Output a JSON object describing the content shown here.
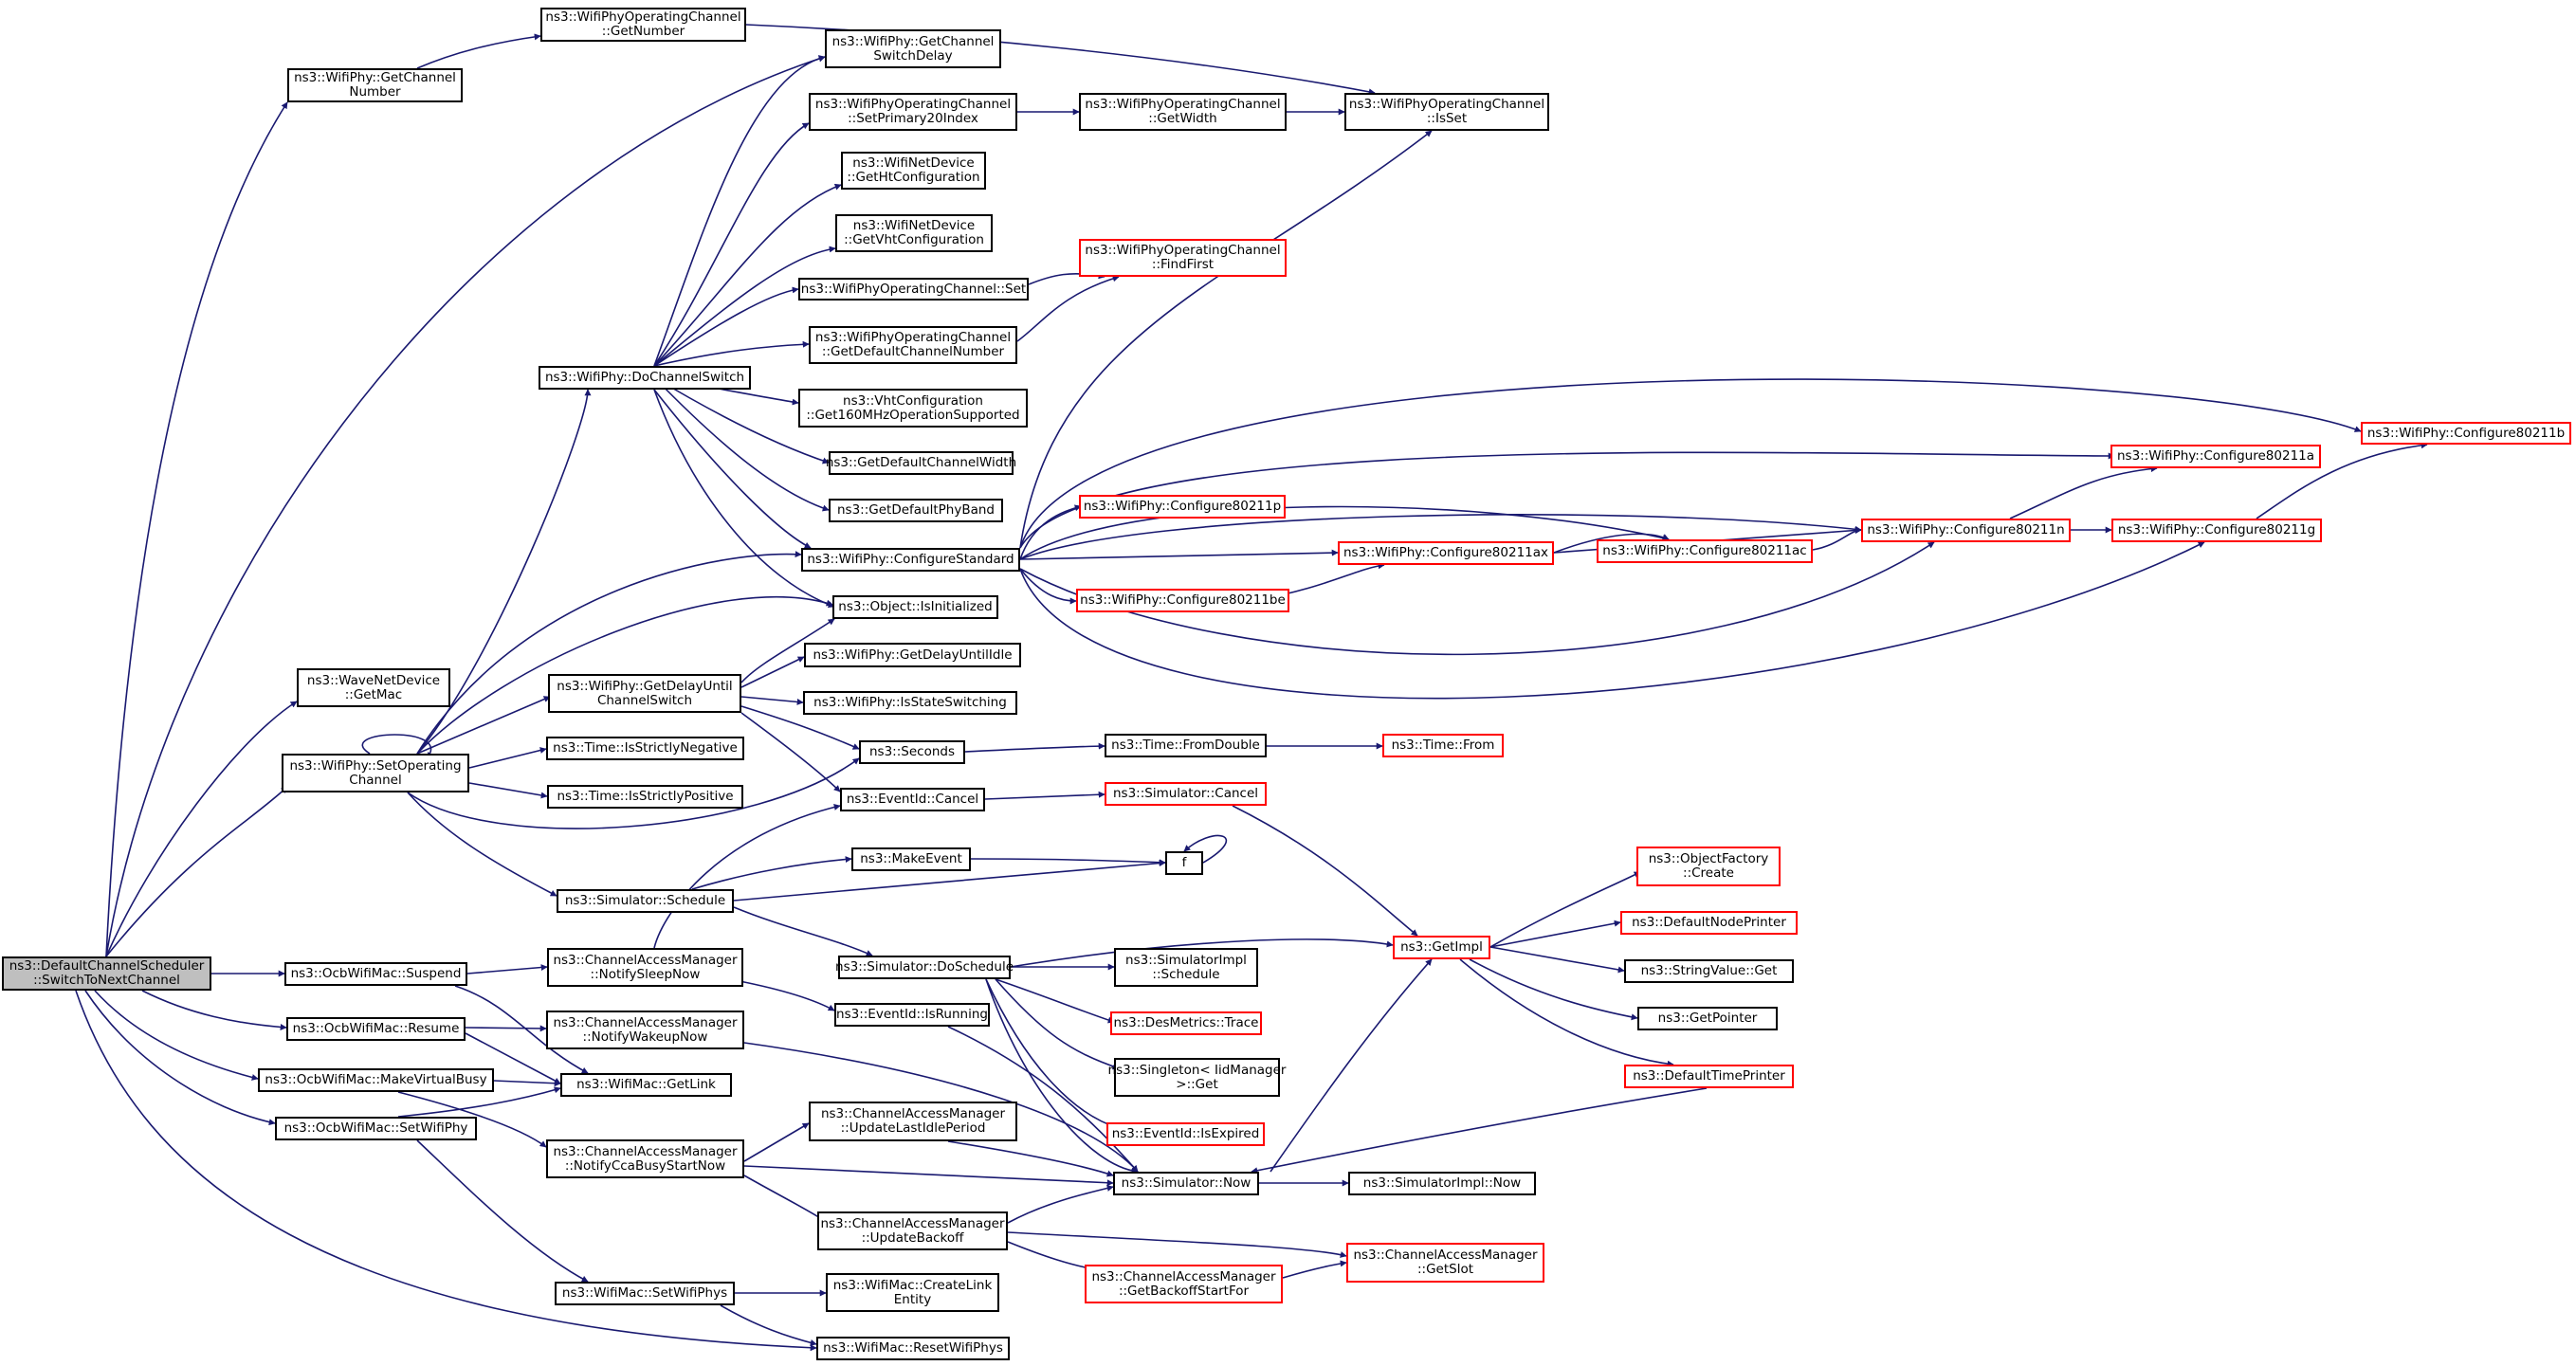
{
  "colors": {
    "edge": "#191970",
    "node_border": "#000000",
    "node_border_external": "#ff0000",
    "root_fill": "#bfbfbf"
  },
  "nodes": {
    "root": "ns3::DefaultChannelScheduler\n::SwitchToNextChannel",
    "wp_getchannelnumber": "ns3::WifiPhy::GetChannel\nNumber",
    "wpoc_getnumber": "ns3::WifiPhyOperatingChannel\n::GetNumber",
    "wp_getchannelswitchdelay": "ns3::WifiPhy::GetChannel\nSwitchDelay",
    "wpoc_setprimary20index": "ns3::WifiPhyOperatingChannel\n::SetPrimary20Index",
    "wpoc_getwidth": "ns3::WifiPhyOperatingChannel\n::GetWidth",
    "wpoc_isset": "ns3::WifiPhyOperatingChannel\n::IsSet",
    "wnd_gethtconfiguration": "ns3::WifiNetDevice\n::GetHtConfiguration",
    "wnd_getvhtconfiguration": "ns3::WifiNetDevice\n::GetVhtConfiguration",
    "wpoc_set": "ns3::WifiPhyOperatingChannel::Set",
    "wpoc_findfirst": "ns3::WifiPhyOperatingChannel\n::FindFirst",
    "wpoc_getdefaultchannelnumber": "ns3::WifiPhyOperatingChannel\n::GetDefaultChannelNumber",
    "wp_dochannelswitch": "ns3::WifiPhy::DoChannelSwitch",
    "vht_get160": "ns3::VhtConfiguration\n::Get160MHzOperationSupported",
    "getdefaultchannelwidth": "ns3::GetDefaultChannelWidth",
    "getdefaultphyband": "ns3::GetDefaultPhyBand",
    "wp_configure80211b": "ns3::WifiPhy::Configure80211b",
    "wp_configure80211a": "ns3::WifiPhy::Configure80211a",
    "wp_configure80211p": "ns3::WifiPhy::Configure80211p",
    "wp_configure80211ac": "ns3::WifiPhy::Configure80211ac",
    "wp_configurestandard": "ns3::WifiPhy::ConfigureStandard",
    "wp_configure80211ax": "ns3::WifiPhy::Configure80211ax",
    "wp_configure80211n": "ns3::WifiPhy::Configure80211n",
    "wp_configure80211g": "ns3::WifiPhy::Configure80211g",
    "wp_configure80211be": "ns3::WifiPhy::Configure80211be",
    "obj_isinitialized": "ns3::Object::IsInitialized",
    "wnd_getmac": "ns3::WaveNetDevice\n::GetMac",
    "wp_getdelayuntilchannelswitch": "ns3::WifiPhy::GetDelayUntil\nChannelSwitch",
    "wp_getdelayuntilidle": "ns3::WifiPhy::GetDelayUntilIdle",
    "wp_isstateswitching": "ns3::WifiPhy::IsStateSwitching",
    "wp_setoperatingchannel": "ns3::WifiPhy::SetOperating\nChannel",
    "time_isstrictlynegative": "ns3::Time::IsStrictlyNegative",
    "seconds": "ns3::Seconds",
    "time_fromdouble": "ns3::Time::FromDouble",
    "time_from": "ns3::Time::From",
    "time_isstrictlypositive": "ns3::Time::IsStrictlyPositive",
    "eventid_cancel": "ns3::EventId::Cancel",
    "sim_cancel": "ns3::Simulator::Cancel",
    "makeevent": "ns3::MakeEvent",
    "f": "f",
    "objectfactory_create": "ns3::ObjectFactory\n::Create",
    "sim_schedule": "ns3::Simulator::Schedule",
    "defaultnodeprinter": "ns3::DefaultNodePrinter",
    "getimpl": "ns3::GetImpl",
    "sim_doschedule": "ns3::Simulator::DoSchedule",
    "simimpl_schedule": "ns3::SimulatorImpl\n::Schedule",
    "stringvalue_get": "ns3::StringValue::Get",
    "ocb_suspend": "ns3::OcbWifiMac::Suspend",
    "cam_notifysleepnow": "ns3::ChannelAccessManager\n::NotifySleepNow",
    "getpointer": "ns3::GetPointer",
    "eventid_isrunning": "ns3::EventId::IsRunning",
    "desmetrics_trace": "ns3::DesMetrics::Trace",
    "ocb_resume": "ns3::OcbWifiMac::Resume",
    "cam_notifywakeupnow": "ns3::ChannelAccessManager\n::NotifyWakeupNow",
    "singleton_get": "ns3::Singleton< IidManager\n>::Get",
    "defaulttimeprinter": "ns3::DefaultTimePrinter",
    "ocb_makevirtualbusy": "ns3::OcbWifiMac::MakeVirtualBusy",
    "wm_getlink": "ns3::WifiMac::GetLink",
    "eventid_isexpired": "ns3::EventId::IsExpired",
    "ocb_setwifiphy": "ns3::OcbWifiMac::SetWifiPhy",
    "cam_updatelastidleperiod": "ns3::ChannelAccessManager\n::UpdateLastIdlePeriod",
    "cam_notifyccabusystartnow": "ns3::ChannelAccessManager\n::NotifyCcaBusyStartNow",
    "sim_now": "ns3::Simulator::Now",
    "simimpl_now": "ns3::SimulatorImpl::Now",
    "cam_updatebackoff": "ns3::ChannelAccessManager\n::UpdateBackoff",
    "cam_getslot": "ns3::ChannelAccessManager\n::GetSlot",
    "cam_getbackoffstartfor": "ns3::ChannelAccessManager\n::GetBackoffStartFor",
    "wm_setwifiphys": "ns3::WifiMac::SetWifiPhys",
    "wm_createlinkentity": "ns3::WifiMac::CreateLink\nEntity",
    "wm_resetwifiphys": "ns3::WifiMac::ResetWifiPhys"
  }
}
